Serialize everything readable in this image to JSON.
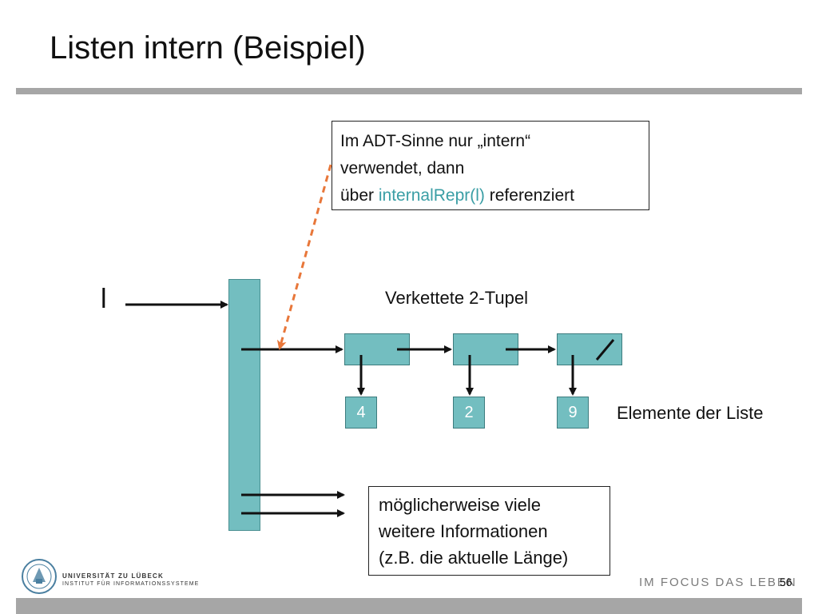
{
  "slide": {
    "title": "Listen intern (Beispiel)",
    "page_number": "56"
  },
  "note": {
    "line1": "Im ADT-Sinne nur „intern“",
    "line2": "verwendet, dann",
    "line3_prefix": "über ",
    "line3_highlight": "internalRepr(l)",
    "line3_suffix": " referenziert",
    "highlight_color": "#3a9ea5"
  },
  "diagram": {
    "variable": "l",
    "tuple_label": "Verkettete 2-Tupel",
    "elements_label": "Elemente der Liste",
    "elements": [
      "4",
      "2",
      "9"
    ],
    "info_lines": [
      "möglicherweise viele",
      "weitere Informationen",
      "(z.B. die aktuelle Länge)"
    ],
    "colors": {
      "teal": "#73bec0",
      "dashed_arrow": "#e8773a"
    }
  },
  "footer": {
    "university": "UNIVERSITÄT ZU LÜBECK",
    "institute": "INSTITUT FÜR INFORMATIONSSYSTEME",
    "slogan": "IM FOCUS DAS LEBEN"
  }
}
